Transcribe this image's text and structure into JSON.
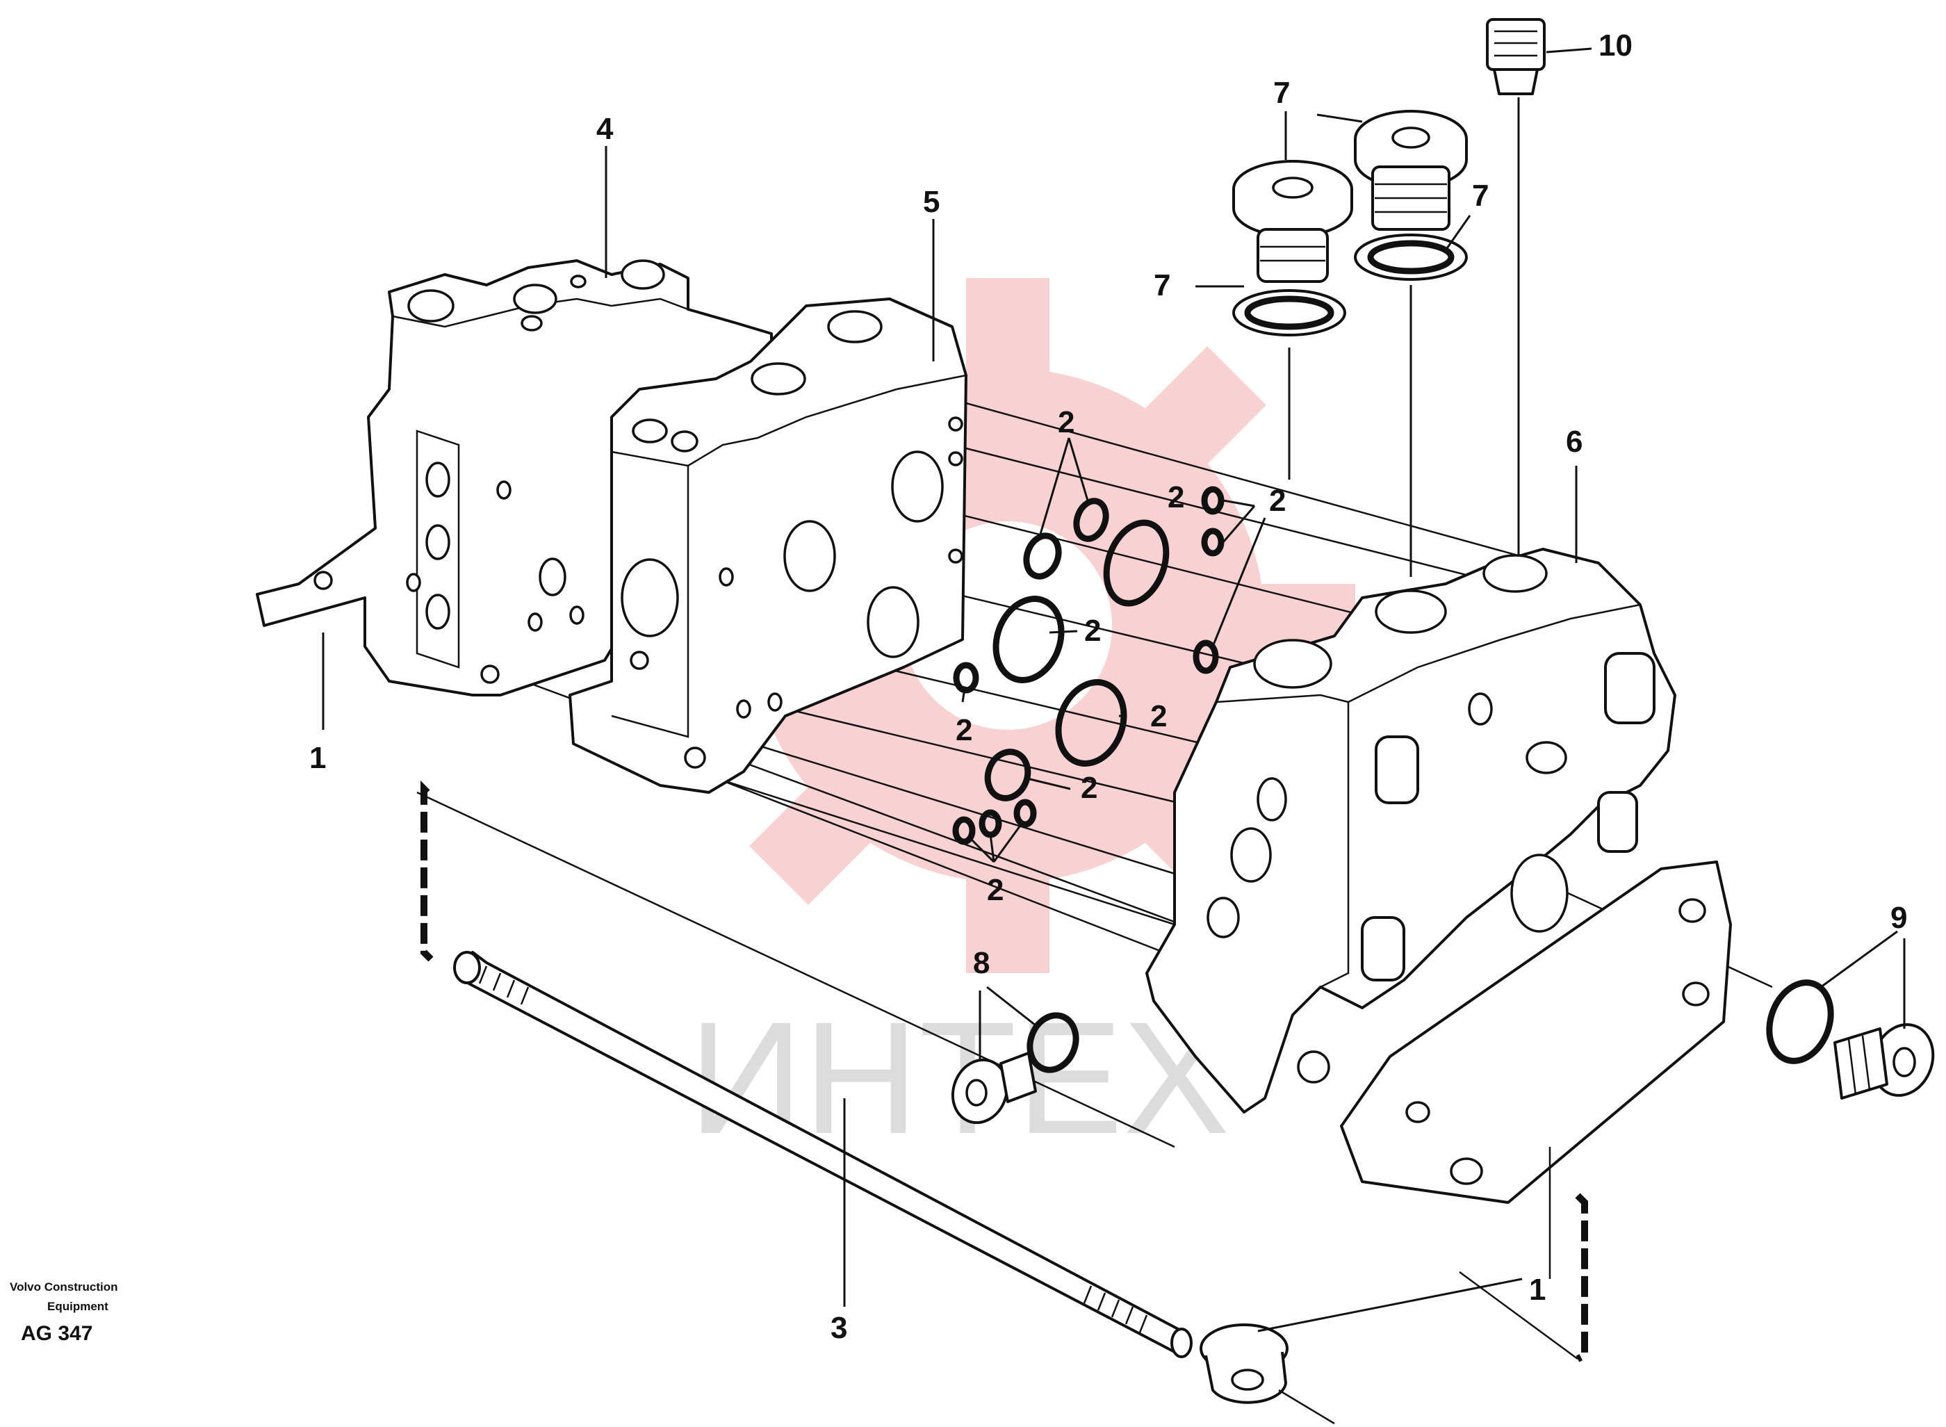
{
  "watermark": {
    "text": "ИНТЕХ",
    "gear_color": "#f7c9cc",
    "text_color": "#dcdcdc"
  },
  "credit": {
    "line1": "Volvo Construction",
    "line2": "Equipment",
    "code": "AG 347"
  },
  "callouts": {
    "c1a": "1",
    "c1b": "1",
    "c2a": "2",
    "c2b": "2",
    "c2c": "2",
    "c2d": "2",
    "c2e": "2",
    "c2f": "2",
    "c2g": "2",
    "c2h": "2",
    "c3": "3",
    "c4": "4",
    "c5": "5",
    "c6": "6",
    "c7a": "7",
    "c7b": "7",
    "c7c": "7",
    "c8": "8",
    "c9": "9",
    "c10": "10"
  }
}
